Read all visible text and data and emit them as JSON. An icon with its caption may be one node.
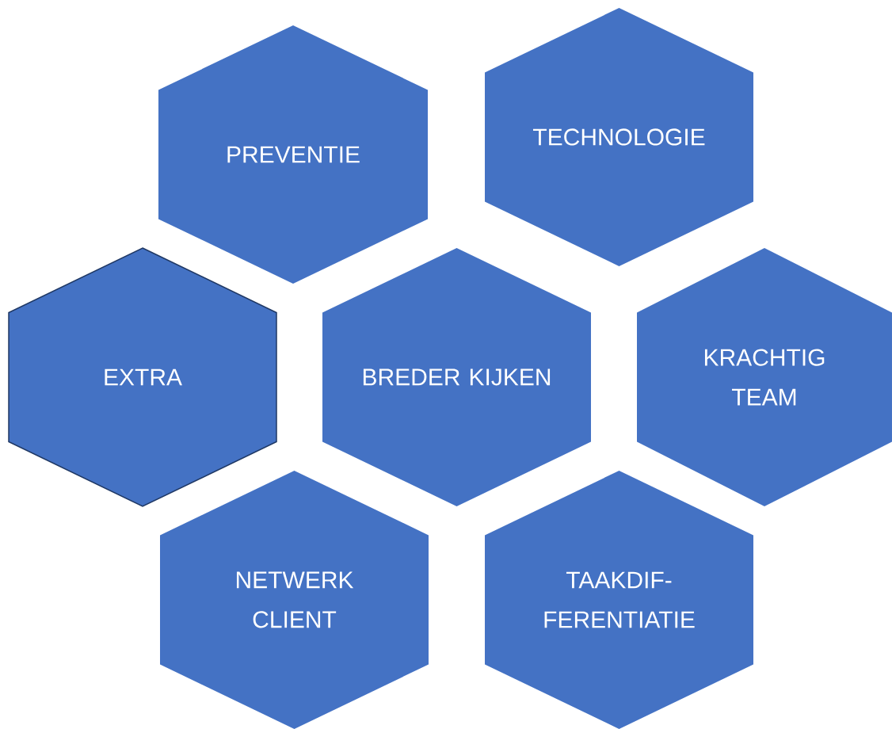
{
  "diagram": {
    "nodes": [
      {
        "text": [
          "PREVENTIE"
        ]
      },
      {
        "text": [
          "TECHNOLOGIE"
        ]
      },
      {
        "text": [
          "EXTRA"
        ]
      },
      {
        "text": [
          "BREDER KIJKEN"
        ]
      },
      {
        "text": [
          "KRACHTIG TEAM"
        ]
      },
      {
        "text": [
          "NETWERK CLIENT"
        ]
      },
      {
        "text": [
          "TAAKDIF- FERENTIATIE"
        ]
      }
    ]
  }
}
